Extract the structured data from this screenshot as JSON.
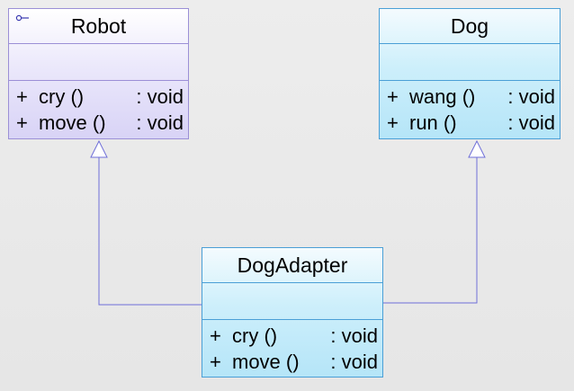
{
  "classes": {
    "robot": {
      "name": "Robot",
      "stereotype_icon": "interface-lollipop-icon",
      "operations": [
        {
          "visibility": "+",
          "name": "cry ()",
          "return_type": ": void"
        },
        {
          "visibility": "+",
          "name": "move ()",
          "return_type": ": void"
        }
      ],
      "colors": {
        "border": "#9b8fd6",
        "fill": "#e3dff9"
      }
    },
    "dog": {
      "name": "Dog",
      "operations": [
        {
          "visibility": "+",
          "name": "wang ()",
          "return_type": ": void"
        },
        {
          "visibility": "+",
          "name": "run ()",
          "return_type": ": void"
        }
      ],
      "colors": {
        "border": "#4a9fd6",
        "fill": "#c6ecfa"
      }
    },
    "dog_adapter": {
      "name": "DogAdapter",
      "operations": [
        {
          "visibility": "+",
          "name": "cry ()",
          "return_type": ": void"
        },
        {
          "visibility": "+",
          "name": "move ()",
          "return_type": ": void"
        }
      ],
      "colors": {
        "border": "#4a9fd6",
        "fill": "#c6ecfa"
      }
    }
  },
  "relationships": [
    {
      "from": "DogAdapter",
      "to": "Robot",
      "type": "realization"
    },
    {
      "from": "DogAdapter",
      "to": "Dog",
      "type": "generalization"
    }
  ],
  "colors": {
    "background": "#e9e9e9",
    "connector": "#6f6fd8"
  }
}
